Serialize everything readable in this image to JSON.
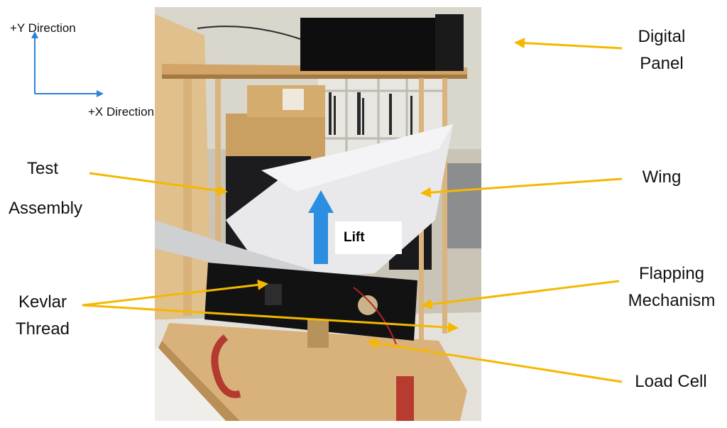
{
  "axes": {
    "y_label": "+Y Direction",
    "x_label": "+X Direction",
    "arrow_color": "#2f80d8"
  },
  "callouts": {
    "digital_panel": [
      "Digital",
      "Panel"
    ],
    "test_assembly": [
      "Test",
      "Assembly"
    ],
    "wing": "Wing",
    "flapping_mechanism": [
      "Flapping",
      "Mechanism"
    ],
    "kevlar_thread": [
      "Kevlar",
      "Thread"
    ],
    "load_cell": "Load Cell",
    "leader_color": "#f5b800"
  },
  "lift": {
    "label": "Lift",
    "arrow_color": "#2b8ee0"
  }
}
